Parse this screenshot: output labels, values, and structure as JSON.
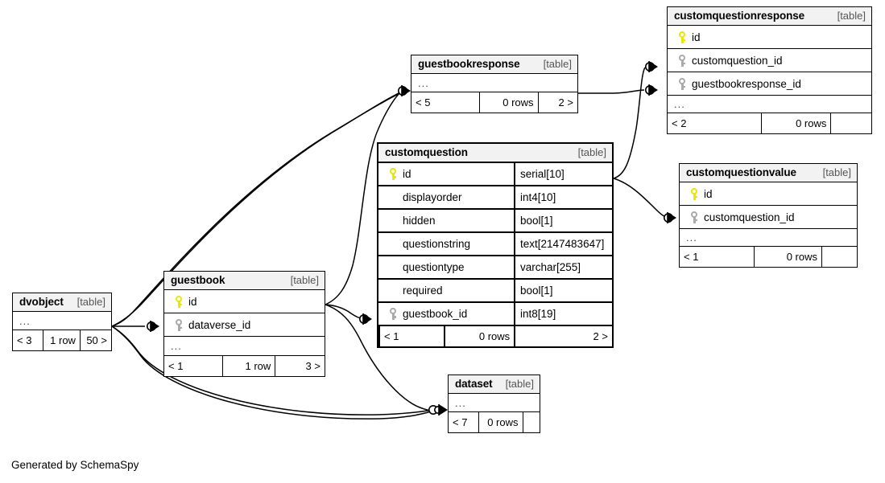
{
  "diagram": {
    "generator_text": "Generated by SchemaSpy",
    "table_tag": "[table]",
    "ellipsis": "...",
    "colors": {
      "header_bg": "#f2f2f2",
      "border": "#000000",
      "pk_key": "#e8e800",
      "fk_key": "#aaaaaa",
      "page_bg": "#ffffff"
    }
  },
  "tables": {
    "customquestionresponse": {
      "name": "customquestionresponse",
      "tag": "[table]",
      "columns": [
        {
          "key": "pk",
          "name": "id",
          "type": ""
        },
        {
          "key": "fk",
          "name": "customquestion_id",
          "type": ""
        },
        {
          "key": "fk",
          "name": "guestbookresponse_id",
          "type": ""
        }
      ],
      "more": "...",
      "footer": {
        "left": "< 2",
        "middle": "0 rows",
        "right": ""
      }
    },
    "guestbookresponse": {
      "name": "guestbookresponse",
      "tag": "[table]",
      "columns": [],
      "more": "...",
      "footer": {
        "left": "< 5",
        "middle": "0 rows",
        "right": "2 >"
      }
    },
    "customquestionvalue": {
      "name": "customquestionvalue",
      "tag": "[table]",
      "columns": [
        {
          "key": "pk",
          "name": "id",
          "type": ""
        },
        {
          "key": "fk",
          "name": "customquestion_id",
          "type": ""
        }
      ],
      "more": "...",
      "footer": {
        "left": "< 1",
        "middle": "0 rows",
        "right": ""
      }
    },
    "customquestion": {
      "name": "customquestion",
      "tag": "[table]",
      "columns": [
        {
          "key": "pk",
          "name": "id",
          "type": "serial[10]"
        },
        {
          "key": "none",
          "name": "displayorder",
          "type": "int4[10]"
        },
        {
          "key": "none",
          "name": "hidden",
          "type": "bool[1]"
        },
        {
          "key": "none",
          "name": "questionstring",
          "type": "text[2147483647]"
        },
        {
          "key": "none",
          "name": "questiontype",
          "type": "varchar[255]"
        },
        {
          "key": "none",
          "name": "required",
          "type": "bool[1]"
        },
        {
          "key": "fk",
          "name": "guestbook_id",
          "type": "int8[19]"
        }
      ],
      "more": "",
      "footer": {
        "left": "< 1",
        "middle": "0 rows",
        "right": "2 >"
      }
    },
    "guestbook": {
      "name": "guestbook",
      "tag": "[table]",
      "columns": [
        {
          "key": "pk",
          "name": "id",
          "type": ""
        },
        {
          "key": "fk",
          "name": "dataverse_id",
          "type": ""
        }
      ],
      "more": "...",
      "footer": {
        "left": "< 1",
        "middle": "1 row",
        "right": "3 >"
      }
    },
    "dvobject": {
      "name": "dvobject",
      "tag": "[table]",
      "columns": [],
      "more": "...",
      "footer": {
        "left": "< 3",
        "middle": "1 row",
        "right": "50 >"
      }
    },
    "dataset": {
      "name": "dataset",
      "tag": "[table]",
      "columns": [],
      "more": "...",
      "footer": {
        "left": "< 7",
        "middle": "0 rows",
        "right": ""
      }
    }
  },
  "relationships": [
    {
      "from": "guestbook",
      "to": "customquestion.guestbook_id",
      "cardinality": "zero-or-many"
    },
    {
      "from": "guestbookresponse",
      "to": "customquestionresponse.guestbookresponse_id",
      "cardinality": "zero-or-many"
    },
    {
      "from": "customquestion",
      "to": "customquestionresponse.customquestion_id",
      "cardinality": "zero-or-many"
    },
    {
      "from": "customquestion",
      "to": "customquestionvalue.customquestion_id",
      "cardinality": "zero-or-many"
    },
    {
      "from": "dvobject",
      "to": "guestbook.dataverse_id",
      "cardinality": "zero-or-many"
    },
    {
      "from": "dvobject",
      "to": "dataset",
      "cardinality": "zero-or-many"
    },
    {
      "from": "guestbook",
      "to": "dataset",
      "cardinality": "zero-or-many"
    }
  ]
}
